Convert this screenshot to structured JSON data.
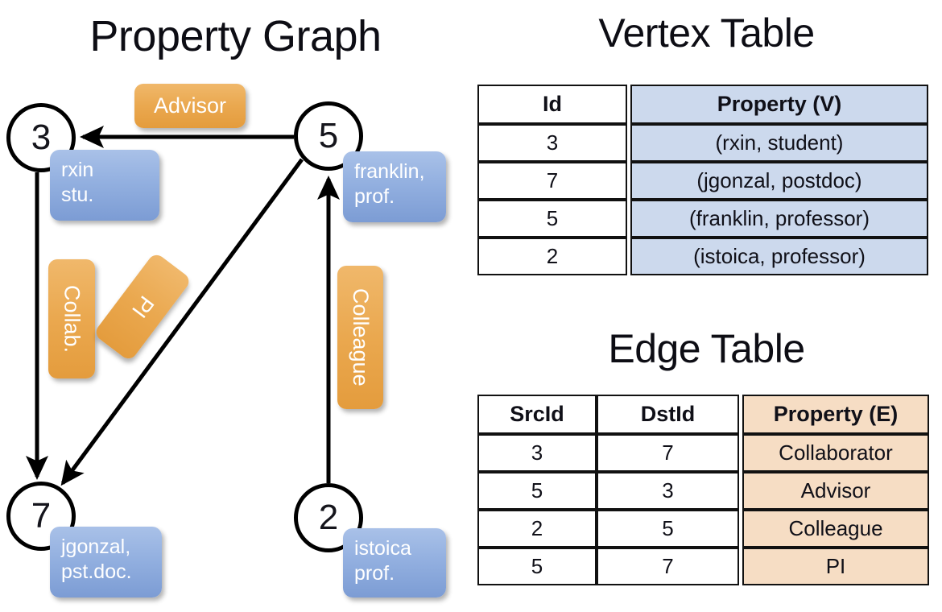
{
  "titles": {
    "property_graph": "Property Graph",
    "vertex_table": "Vertex Table",
    "edge_table": "Edge Table"
  },
  "colors": {
    "vertex_property_fill": "#ccd9ed",
    "edge_property_fill": "#f6ddc4",
    "vertex_box_blue": "#93b0e0",
    "edge_label_orange": "#eaa84f",
    "stroke": "#000000",
    "background": "#ffffff"
  },
  "graph": {
    "nodes": [
      {
        "id": "3",
        "label": "3",
        "property_line1": "rxin",
        "property_line2": "stu."
      },
      {
        "id": "5",
        "label": "5",
        "property_line1": "franklin,",
        "property_line2": "prof."
      },
      {
        "id": "7",
        "label": "7",
        "property_line1": "jgonzal,",
        "property_line2": "pst.doc."
      },
      {
        "id": "2",
        "label": "2",
        "property_line1": "istoica",
        "property_line2": "prof."
      }
    ],
    "edge_labels": [
      {
        "name": "advisor",
        "text": "Advisor",
        "orientation": "horizontal"
      },
      {
        "name": "collab",
        "text": "Collab.",
        "orientation": "vertical"
      },
      {
        "name": "pi",
        "text": "PI",
        "orientation": "rotated"
      },
      {
        "name": "colleague",
        "text": "Colleague",
        "orientation": "vertical"
      }
    ],
    "edges": [
      {
        "from": "5",
        "to": "3",
        "label": "Advisor"
      },
      {
        "from": "3",
        "to": "7",
        "label": "Collab."
      },
      {
        "from": "5",
        "to": "7",
        "label": "PI"
      },
      {
        "from": "2",
        "to": "5",
        "label": "Colleague"
      }
    ]
  },
  "vertex_table": {
    "headers": [
      "Id",
      "Property (V)"
    ],
    "rows": [
      {
        "id": "3",
        "property": "(rxin, student)"
      },
      {
        "id": "7",
        "property": "(jgonzal, postdoc)"
      },
      {
        "id": "5",
        "property": "(franklin, professor)"
      },
      {
        "id": "2",
        "property": "(istoica, professor)"
      }
    ]
  },
  "edge_table": {
    "headers": [
      "SrcId",
      "DstId",
      "Property (E)"
    ],
    "rows": [
      {
        "src": "3",
        "dst": "7",
        "property": "Collaborator"
      },
      {
        "src": "5",
        "dst": "3",
        "property": "Advisor"
      },
      {
        "src": "2",
        "dst": "5",
        "property": "Colleague"
      },
      {
        "src": "5",
        "dst": "7",
        "property": "PI"
      }
    ]
  }
}
